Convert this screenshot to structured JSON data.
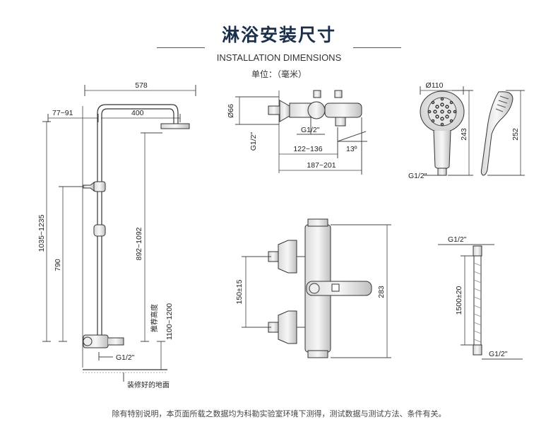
{
  "header": {
    "title": "淋浴安装尺寸",
    "subtitle": "INSTALLATION DIMENSIONS",
    "unit": "单位：（毫米）"
  },
  "shower_column": {
    "top_width": "578",
    "wall_offset": "77~91",
    "arm_length": "400",
    "total_height": "1035~1235",
    "bracket_height": "790",
    "head_height": "892~1092",
    "recommended_label": "推荐高度",
    "recommended_height": "1100~1200",
    "inlet": "G1/2\"",
    "floor_label": "装修好的地面"
  },
  "mixer_top": {
    "diameter": "Ø66",
    "inlet_left": "G1/2\"",
    "inlet_bottom": "G1/2\"",
    "depth_inner": "122~136",
    "angle": "13º",
    "depth_outer": "187~201"
  },
  "hand_shower": {
    "diameter": "Ø110",
    "front_height": "243",
    "side_height": "252",
    "inlet": "G1/2\""
  },
  "mixer_front": {
    "centers": "150±15",
    "height": "283"
  },
  "hose": {
    "top_inlet": "G1/2\"",
    "length": "1500±20",
    "bottom_inlet": "G1/2\""
  },
  "footnote": "除有特别说明，本页面所载之数据均为科勒实验室环境下测得，测试数据与测试方法、条件有关。"
}
